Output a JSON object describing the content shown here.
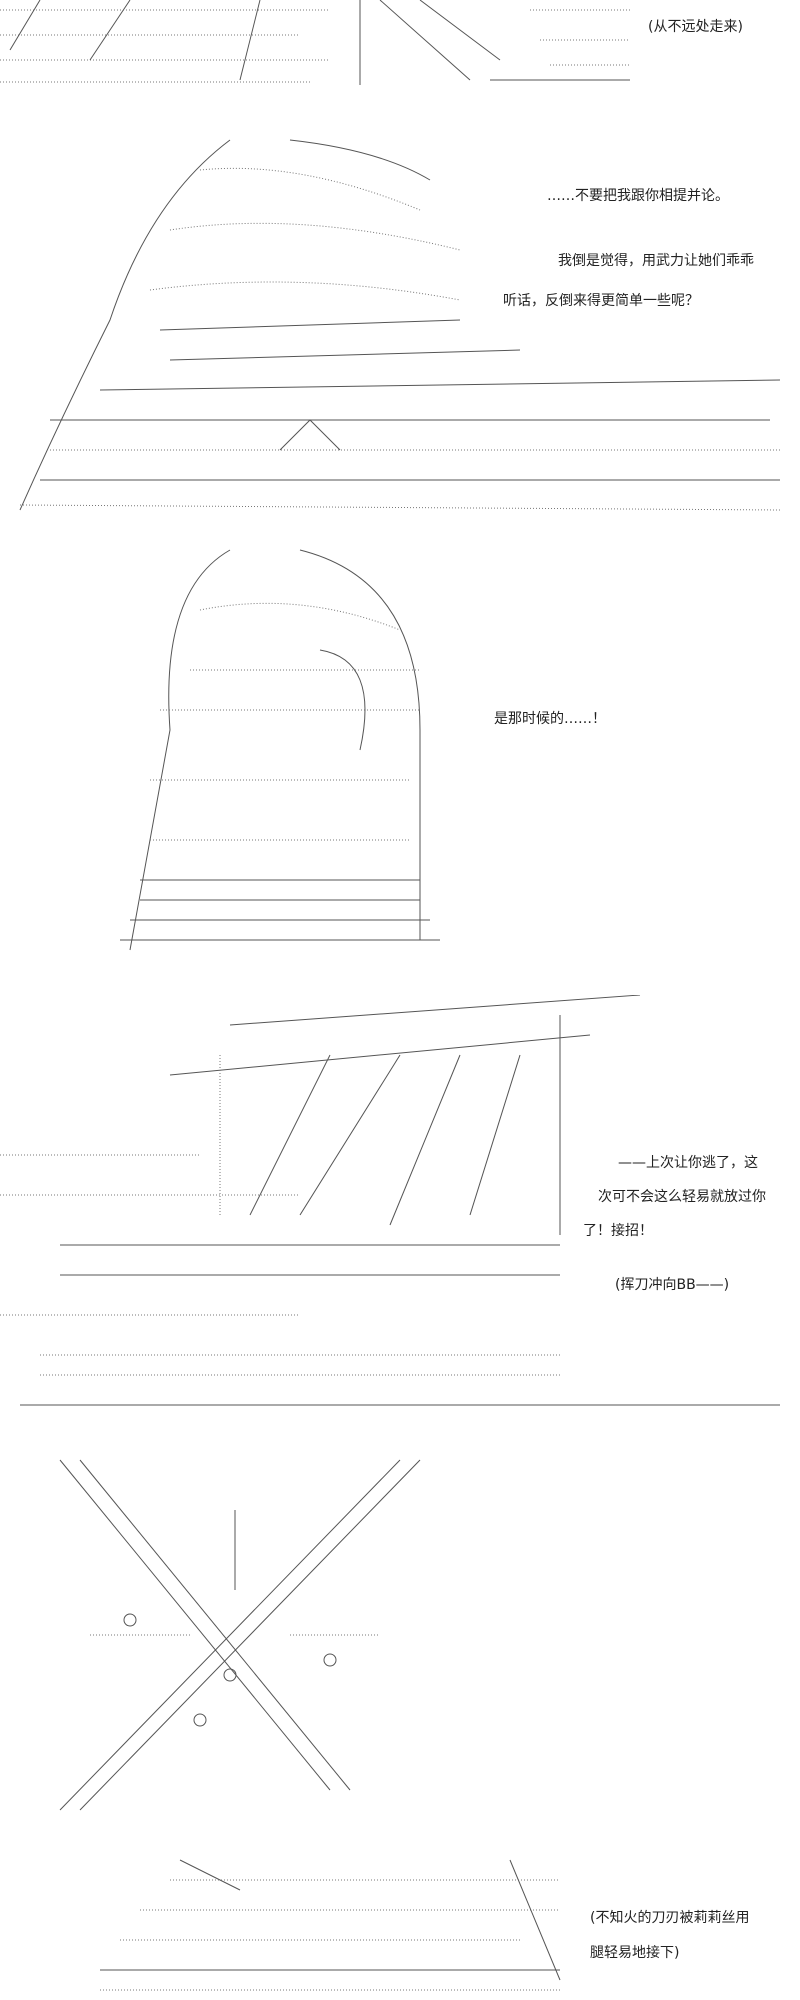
{
  "dialogue": [
    {
      "text": "(从不远处走来)"
    },
    {
      "text": "……不要把我跟你相提并论。"
    },
    {
      "text": "我倒是觉得，用武力让她们乖乖"
    },
    {
      "text": "听话，反倒来得更简单一些呢？"
    },
    {
      "text": "是那时候的……！"
    },
    {
      "text": "——上次让你逃了，这"
    },
    {
      "text": "次可不会这么轻易就放过你"
    },
    {
      "text": "了！接招！"
    },
    {
      "text": "(挥刀冲向BB——)"
    },
    {
      "text": "(不知火的刀刃被莉莉丝用"
    },
    {
      "text": "腿轻易地接下)"
    }
  ]
}
